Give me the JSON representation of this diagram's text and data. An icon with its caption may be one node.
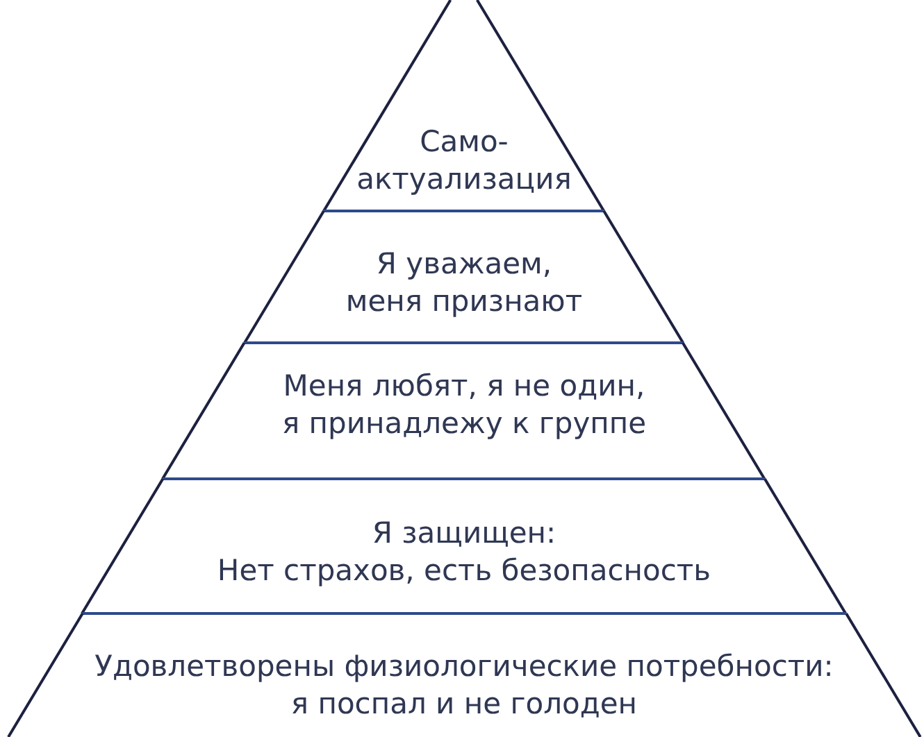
{
  "diagram": {
    "nodes": [
      {
        "text": [
          "Само- актуализация"
        ]
      },
      {
        "text": [
          "Я уважаем, меня признают"
        ]
      },
      {
        "text": [
          "Меня любят, я не один, я принадлежу к группе"
        ]
      },
      {
        "text": [
          "Я защищен: Нет страхов, есть безопасность"
        ]
      },
      {
        "text": [
          "Удовлетворены физиологические потребности: я поспал и не голоден"
        ]
      }
    ]
  }
}
